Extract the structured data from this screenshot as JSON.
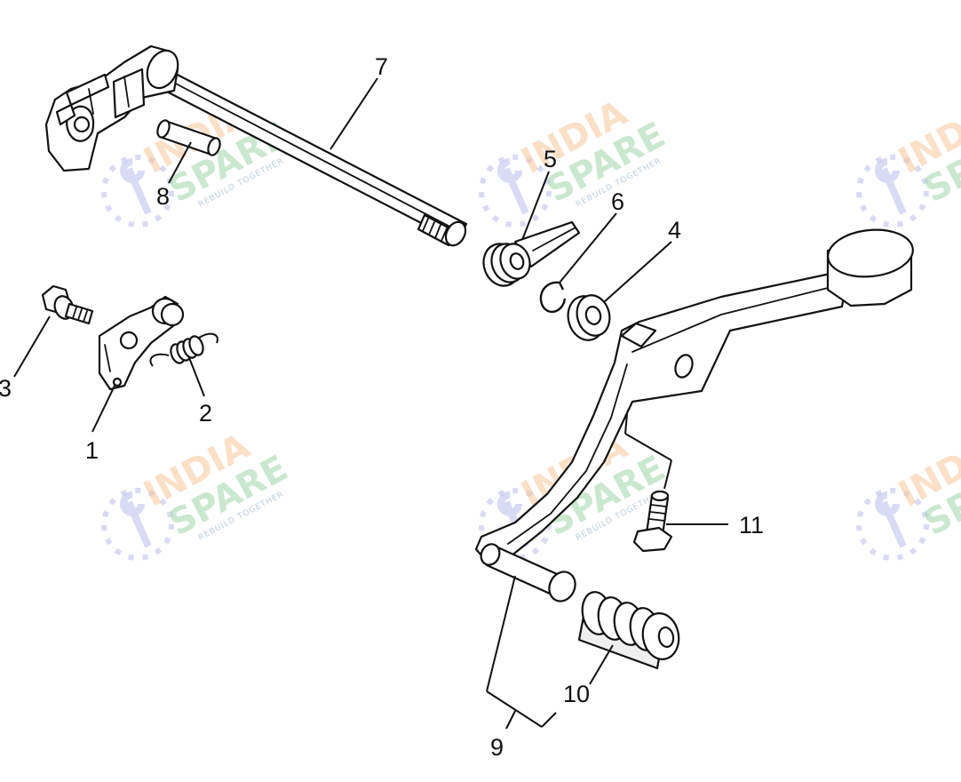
{
  "watermark": {
    "line1": "INDIA",
    "line2": "SPARE",
    "tagline": "REBUILD TOGETHER",
    "colors": {
      "india": "#f4a35f",
      "spare": "#4fb86a",
      "logo": "#6b6fc9"
    }
  },
  "callouts": [
    {
      "id": "1",
      "text": "1"
    },
    {
      "id": "2",
      "text": "2"
    },
    {
      "id": "3",
      "text": "3"
    },
    {
      "id": "4",
      "text": "4"
    },
    {
      "id": "5",
      "text": "5"
    },
    {
      "id": "6",
      "text": "6"
    },
    {
      "id": "7",
      "text": "7"
    },
    {
      "id": "8",
      "text": "8"
    },
    {
      "id": "9",
      "text": "9"
    },
    {
      "id": "10",
      "text": "10"
    },
    {
      "id": "11",
      "text": "11"
    }
  ]
}
